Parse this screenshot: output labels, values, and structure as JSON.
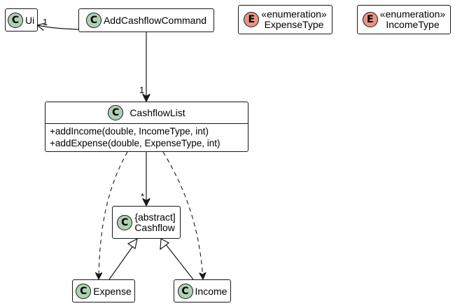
{
  "classes": {
    "ui": {
      "name": "Ui",
      "badge": "C"
    },
    "add_cashflow_command": {
      "name": "AddCashflowCommand",
      "badge": "C"
    },
    "expense_type": {
      "name": "ExpenseType",
      "badge": "E",
      "stereotype": "«enumeration»"
    },
    "income_type": {
      "name": "IncomeType",
      "badge": "E",
      "stereotype": "«enumeration»"
    },
    "cashflow_list": {
      "name": "CashflowList",
      "badge": "C",
      "methods": [
        "+addIncome(double, IncomeType, int)",
        "+addExpense(double, ExpenseType, int)"
      ]
    },
    "cashflow": {
      "name": "Cashflow",
      "badge": "C",
      "modifier": "{abstract]"
    },
    "expense": {
      "name": "Expense",
      "badge": "C"
    },
    "income": {
      "name": "Income",
      "badge": "C"
    }
  },
  "multiplicities": {
    "ui_end": "1",
    "cashflow_list_end": "1",
    "cashflow_end": "*"
  },
  "colors": {
    "class_badge": "#add1b2",
    "enum_badge": "#eb937f",
    "border": "#181818",
    "background": "#ffffff"
  }
}
